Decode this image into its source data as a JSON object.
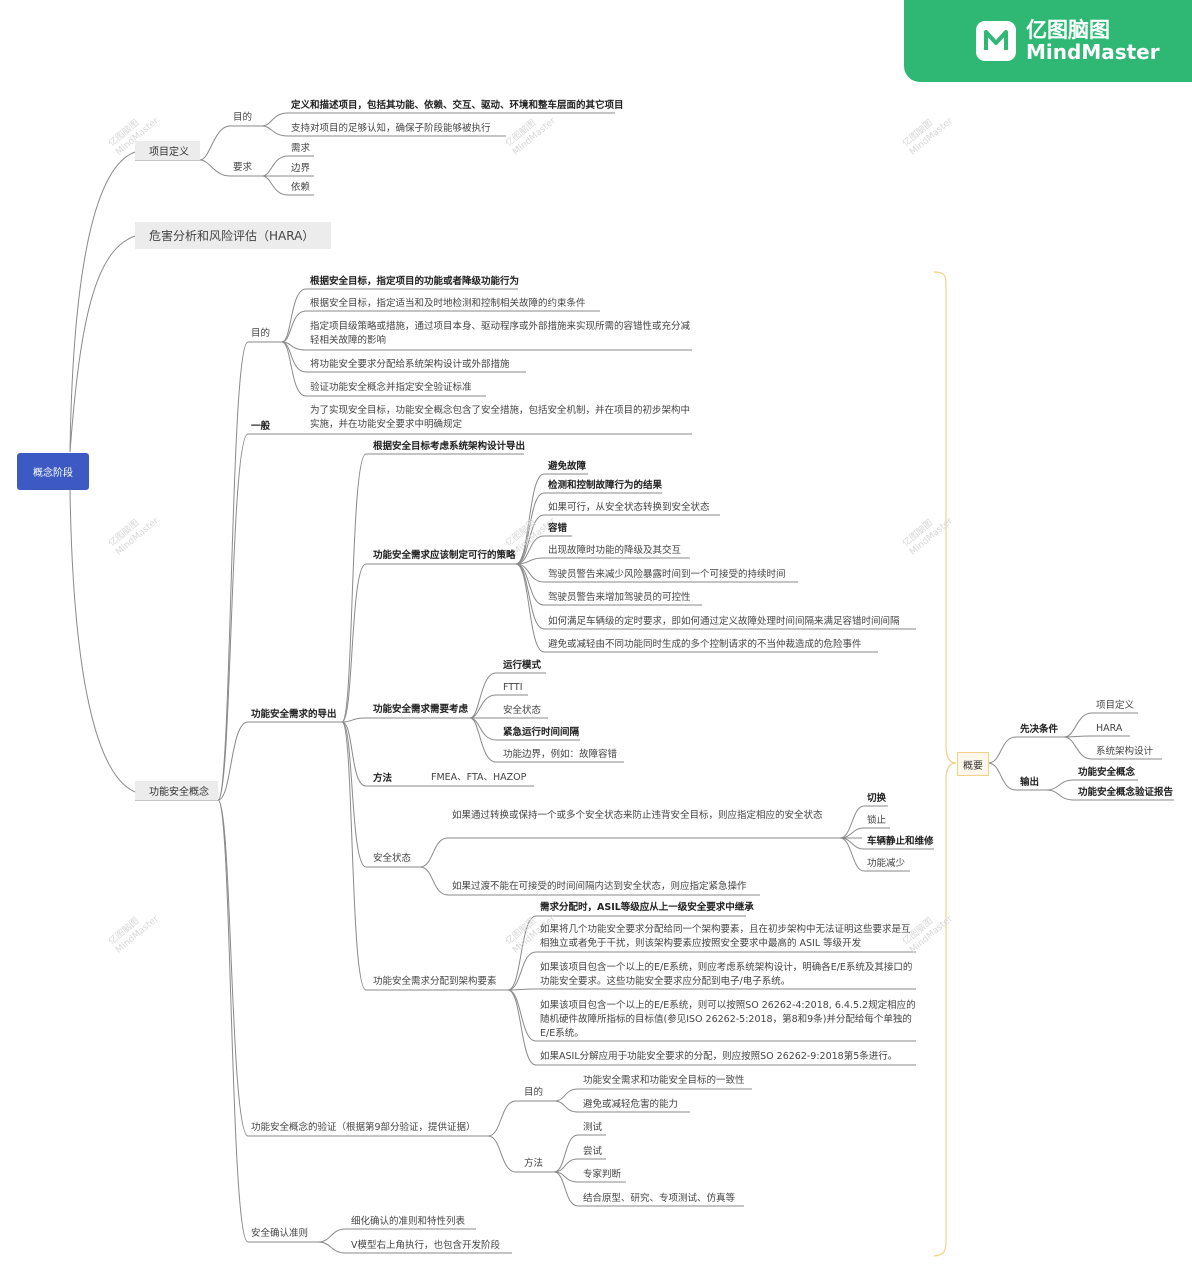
{
  "brand": {
    "cn": "亿图脑图",
    "en": "MindMaster"
  },
  "watermark": {
    "cn": "亿图脑图",
    "en": "MindMaster"
  },
  "root": "概念阶段",
  "item_def": {
    "title": "项目定义",
    "purpose": {
      "label": "目的",
      "items": [
        "定义和描述项目，包括其功能、依赖、交互、驱动、环境和整车层面的其它项目",
        "支持对项目的足够认知，确保子阶段能够被执行"
      ]
    },
    "req": {
      "label": "要求",
      "items": [
        "需求",
        "边界",
        "依赖"
      ]
    }
  },
  "hara": "危害分析和风险评估（HARA）",
  "fsc": {
    "title": "功能安全概念",
    "purpose": {
      "label": "目的",
      "items": [
        "根据安全目标，指定项目的功能或者降级功能行为",
        "根据安全目标，指定适当和及时地检测和控制相关故障的约束条件",
        "指定项目级策略或措施，通过项目本身、驱动程序或外部措施来实现所需的容错性或充分减轻相关故障的影响",
        "将功能安全要求分配给系统架构设计或外部措施",
        "验证功能安全概念并指定安全验证标准"
      ]
    },
    "general": {
      "label": "一般",
      "text": "为了实现安全目标，功能安全概念包含了安全措施，包括安全机制，并在项目的初步架构中实施，并在功能安全要求中明确规定"
    },
    "derive": {
      "label": "功能安全需求的导出",
      "arch": "根据安全目标考虑系统架构设计导出",
      "strategy": {
        "label": "功能安全需求应该制定可行的策略",
        "items": [
          "避免故障",
          "检测和控制故障行为的结果",
          "如果可行，从安全状态转换到安全状态",
          "容错",
          "出现故障时功能的降级及其交互",
          "驾驶员警告来减少风险暴露时间到一个可接受的持续时间",
          "驾驶员警告来增加驾驶员的可控性",
          "如何满足车辆级的定时要求，即如何通过定义故障处理时间间隔来满足容错时间间隔",
          "避免或减轻由不同功能同时生成的多个控制请求的不当仲裁造成的危险事件"
        ]
      },
      "consider": {
        "label": "功能安全需求需要考虑",
        "items": [
          "运行模式",
          "FTTI",
          "安全状态",
          "紧急运行时间间隔",
          "功能边界，例如：故障容错"
        ]
      },
      "method": {
        "label": "方法",
        "text": "FMEA、FTA、HAZOP"
      },
      "safe_state": {
        "label": "安全状态",
        "cond1": "如果通过转换或保持一个或多个安全状态来防止违背安全目标，则应指定相应的安全状态",
        "options": [
          "切换",
          "锁止",
          "车辆静止和维修",
          "功能减少"
        ],
        "cond2": "如果过渡不能在可接受的时间间隔内达到安全状态，则应指定紧急操作"
      },
      "alloc": {
        "label": "功能安全需求分配到架构要素",
        "items": [
          "需求分配时，ASIL等级应从上一级安全要求中继承",
          "如果将几个功能安全要求分配给同一个架构要素，且在初步架构中无法证明这些要求是互相独立或者免于干扰，则该架构要素应按照安全要求中最高的 ASIL 等级开发",
          "如果该项目包含一个以上的E/E系统，则应考虑系统架构设计，明确各E/E系统及其接口的功能安全要求。这些功能安全要求应分配到电子/电子系统。",
          "如果该项目包含一个以上的E/E系统，则可以按照SO 26262-4:2018, 6.4.5.2规定相应的随机硬件故障所指标的目标值(参见ISO 26262-5:2018，第8和9条)并分配给每个单独的E/E系统。",
          "如果ASIL分解应用于功能安全要求的分配，则应按照SO 26262-9:2018第5条进行。"
        ]
      }
    },
    "verify": {
      "label": "功能安全概念的验证（根据第9部分验证，提供证据）",
      "purpose": {
        "label": "目的",
        "items": [
          "功能安全需求和功能安全目标的一致性",
          "避免或减轻危害的能力"
        ]
      },
      "method": {
        "label": "方法",
        "items": [
          "测试",
          "尝试",
          "专家判断",
          "结合原型、研究、专项测试、仿真等"
        ]
      }
    },
    "criteria": {
      "label": "安全确认准则",
      "items": [
        "细化确认的准则和特性列表",
        "V模型右上角执行，也包含开发阶段"
      ]
    }
  },
  "summary": {
    "label": "概要",
    "pre": {
      "label": "先决条件",
      "items": [
        "项目定义",
        "HARA",
        "系统架构设计"
      ]
    },
    "out": {
      "label": "输出",
      "items": [
        "功能安全概念",
        "功能安全概念验证报告"
      ]
    }
  },
  "colors": {
    "root": "#3d59c4",
    "brand": "#2fb874",
    "line": "#8a8a8a",
    "summary": "#f6cf8b"
  }
}
